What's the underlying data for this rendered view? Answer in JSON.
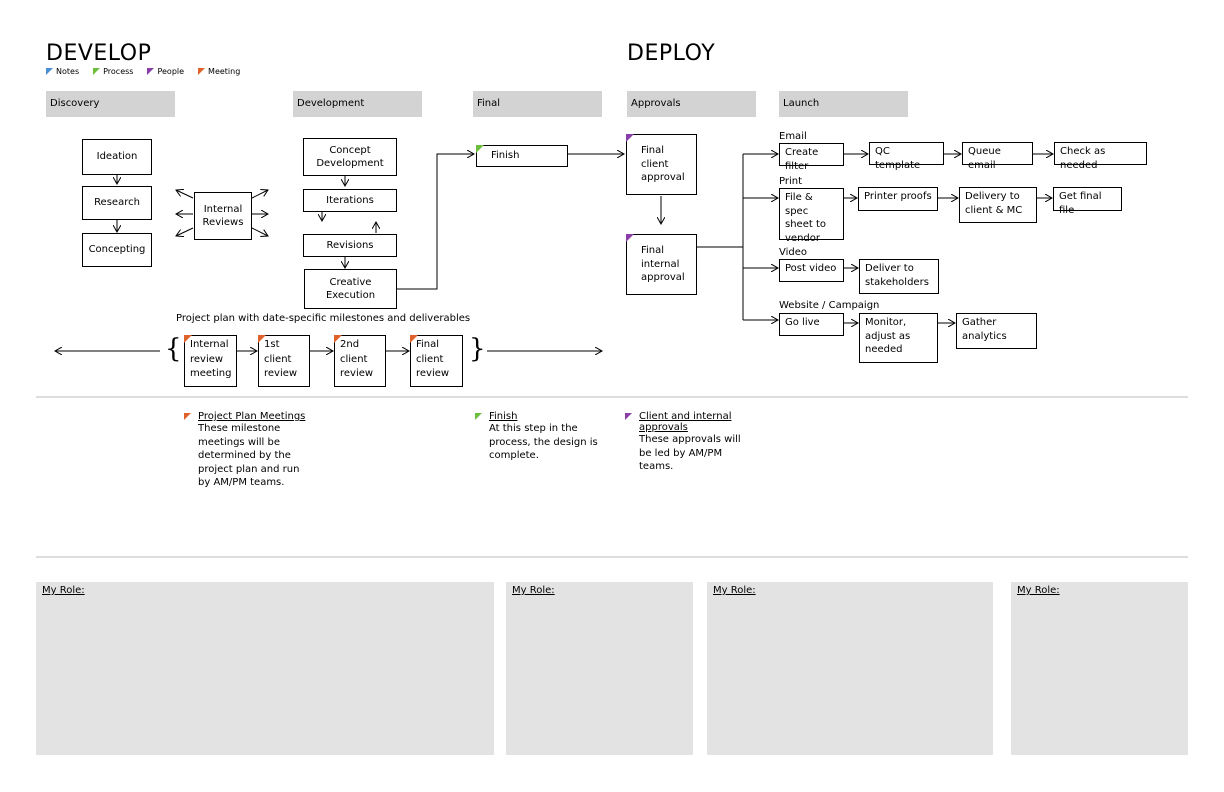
{
  "colors": {
    "notes": "#4a8fd4",
    "process": "#6cbf3c",
    "people": "#8a3fa8",
    "meeting": "#e0622b",
    "phase_bg": "#d3d3d3",
    "role_bg": "#e3e3e3"
  },
  "headings": {
    "develop": "DEVELOP",
    "deploy": "DEPLOY"
  },
  "legend": {
    "notes": "Notes",
    "process": "Process",
    "people": "People",
    "meeting": "Meeting"
  },
  "phases": {
    "discovery": "Discovery",
    "development": "Development",
    "final": "Final",
    "approvals": "Approvals",
    "launch": "Launch"
  },
  "discovery": {
    "ideation": "Ideation",
    "research": "Research",
    "concepting": "Concepting",
    "internal_reviews": "Internal Reviews"
  },
  "development": {
    "concept_development": "Concept Development",
    "iterations": "Iterations",
    "revisions": "Revisions",
    "creative_execution": "Creative Execution"
  },
  "final": {
    "finish": "Finish"
  },
  "approvals": {
    "client": "Final client approval",
    "internal": "Final internal approval"
  },
  "launch": {
    "email": {
      "label": "Email",
      "steps": [
        "Create filter",
        "QC template",
        "Queue email",
        "Check as needed"
      ]
    },
    "print": {
      "label": "Print",
      "steps": [
        "File & spec sheet to vendor",
        "Printer proofs",
        "Delivery to client & MC",
        "Get final file"
      ]
    },
    "video": {
      "label": "Video",
      "steps": [
        "Post video",
        "Deliver to stakeholders"
      ]
    },
    "website": {
      "label": "Website / Campaign",
      "steps": [
        "Go live",
        "Monitor, adjust as needed",
        "Gather analytics"
      ]
    }
  },
  "project_plan": {
    "caption": "Project plan with date-specific milestones and deliverables",
    "meetings": [
      "Internal review meeting",
      "1st client review",
      "2nd client review",
      "Final client review"
    ]
  },
  "notes": [
    {
      "title": "Project Plan Meetings",
      "body": "These milestone meetings will be determined by the project plan and run by AM/PM teams."
    },
    {
      "title": "Finish",
      "body": "At this step in the process, the design is complete."
    },
    {
      "title": "Client and internal approvals",
      "body": "These approvals will be led by AM/PM teams."
    }
  ],
  "roles": [
    "My Role:",
    "My Role:",
    "My Role:",
    "My Role:"
  ]
}
